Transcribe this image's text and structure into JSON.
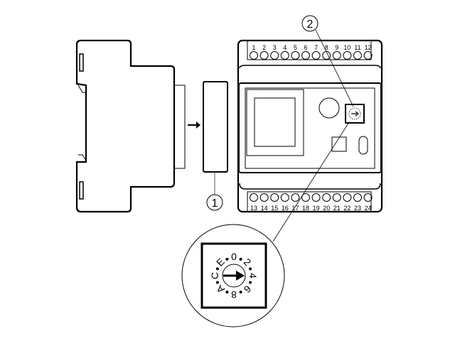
{
  "callouts": {
    "one": "1",
    "two": "2"
  },
  "top_terminals": [
    "1",
    "2",
    "3",
    "4",
    "5",
    "6",
    "7",
    "8",
    "9",
    "10",
    "11",
    "12"
  ],
  "bottom_terminals": [
    "13",
    "14",
    "15",
    "16",
    "17",
    "18",
    "19",
    "20",
    "21",
    "22",
    "23",
    "24"
  ],
  "dial_labels": [
    "0",
    "2",
    "4",
    "6",
    "8",
    "A",
    "C",
    "E"
  ]
}
